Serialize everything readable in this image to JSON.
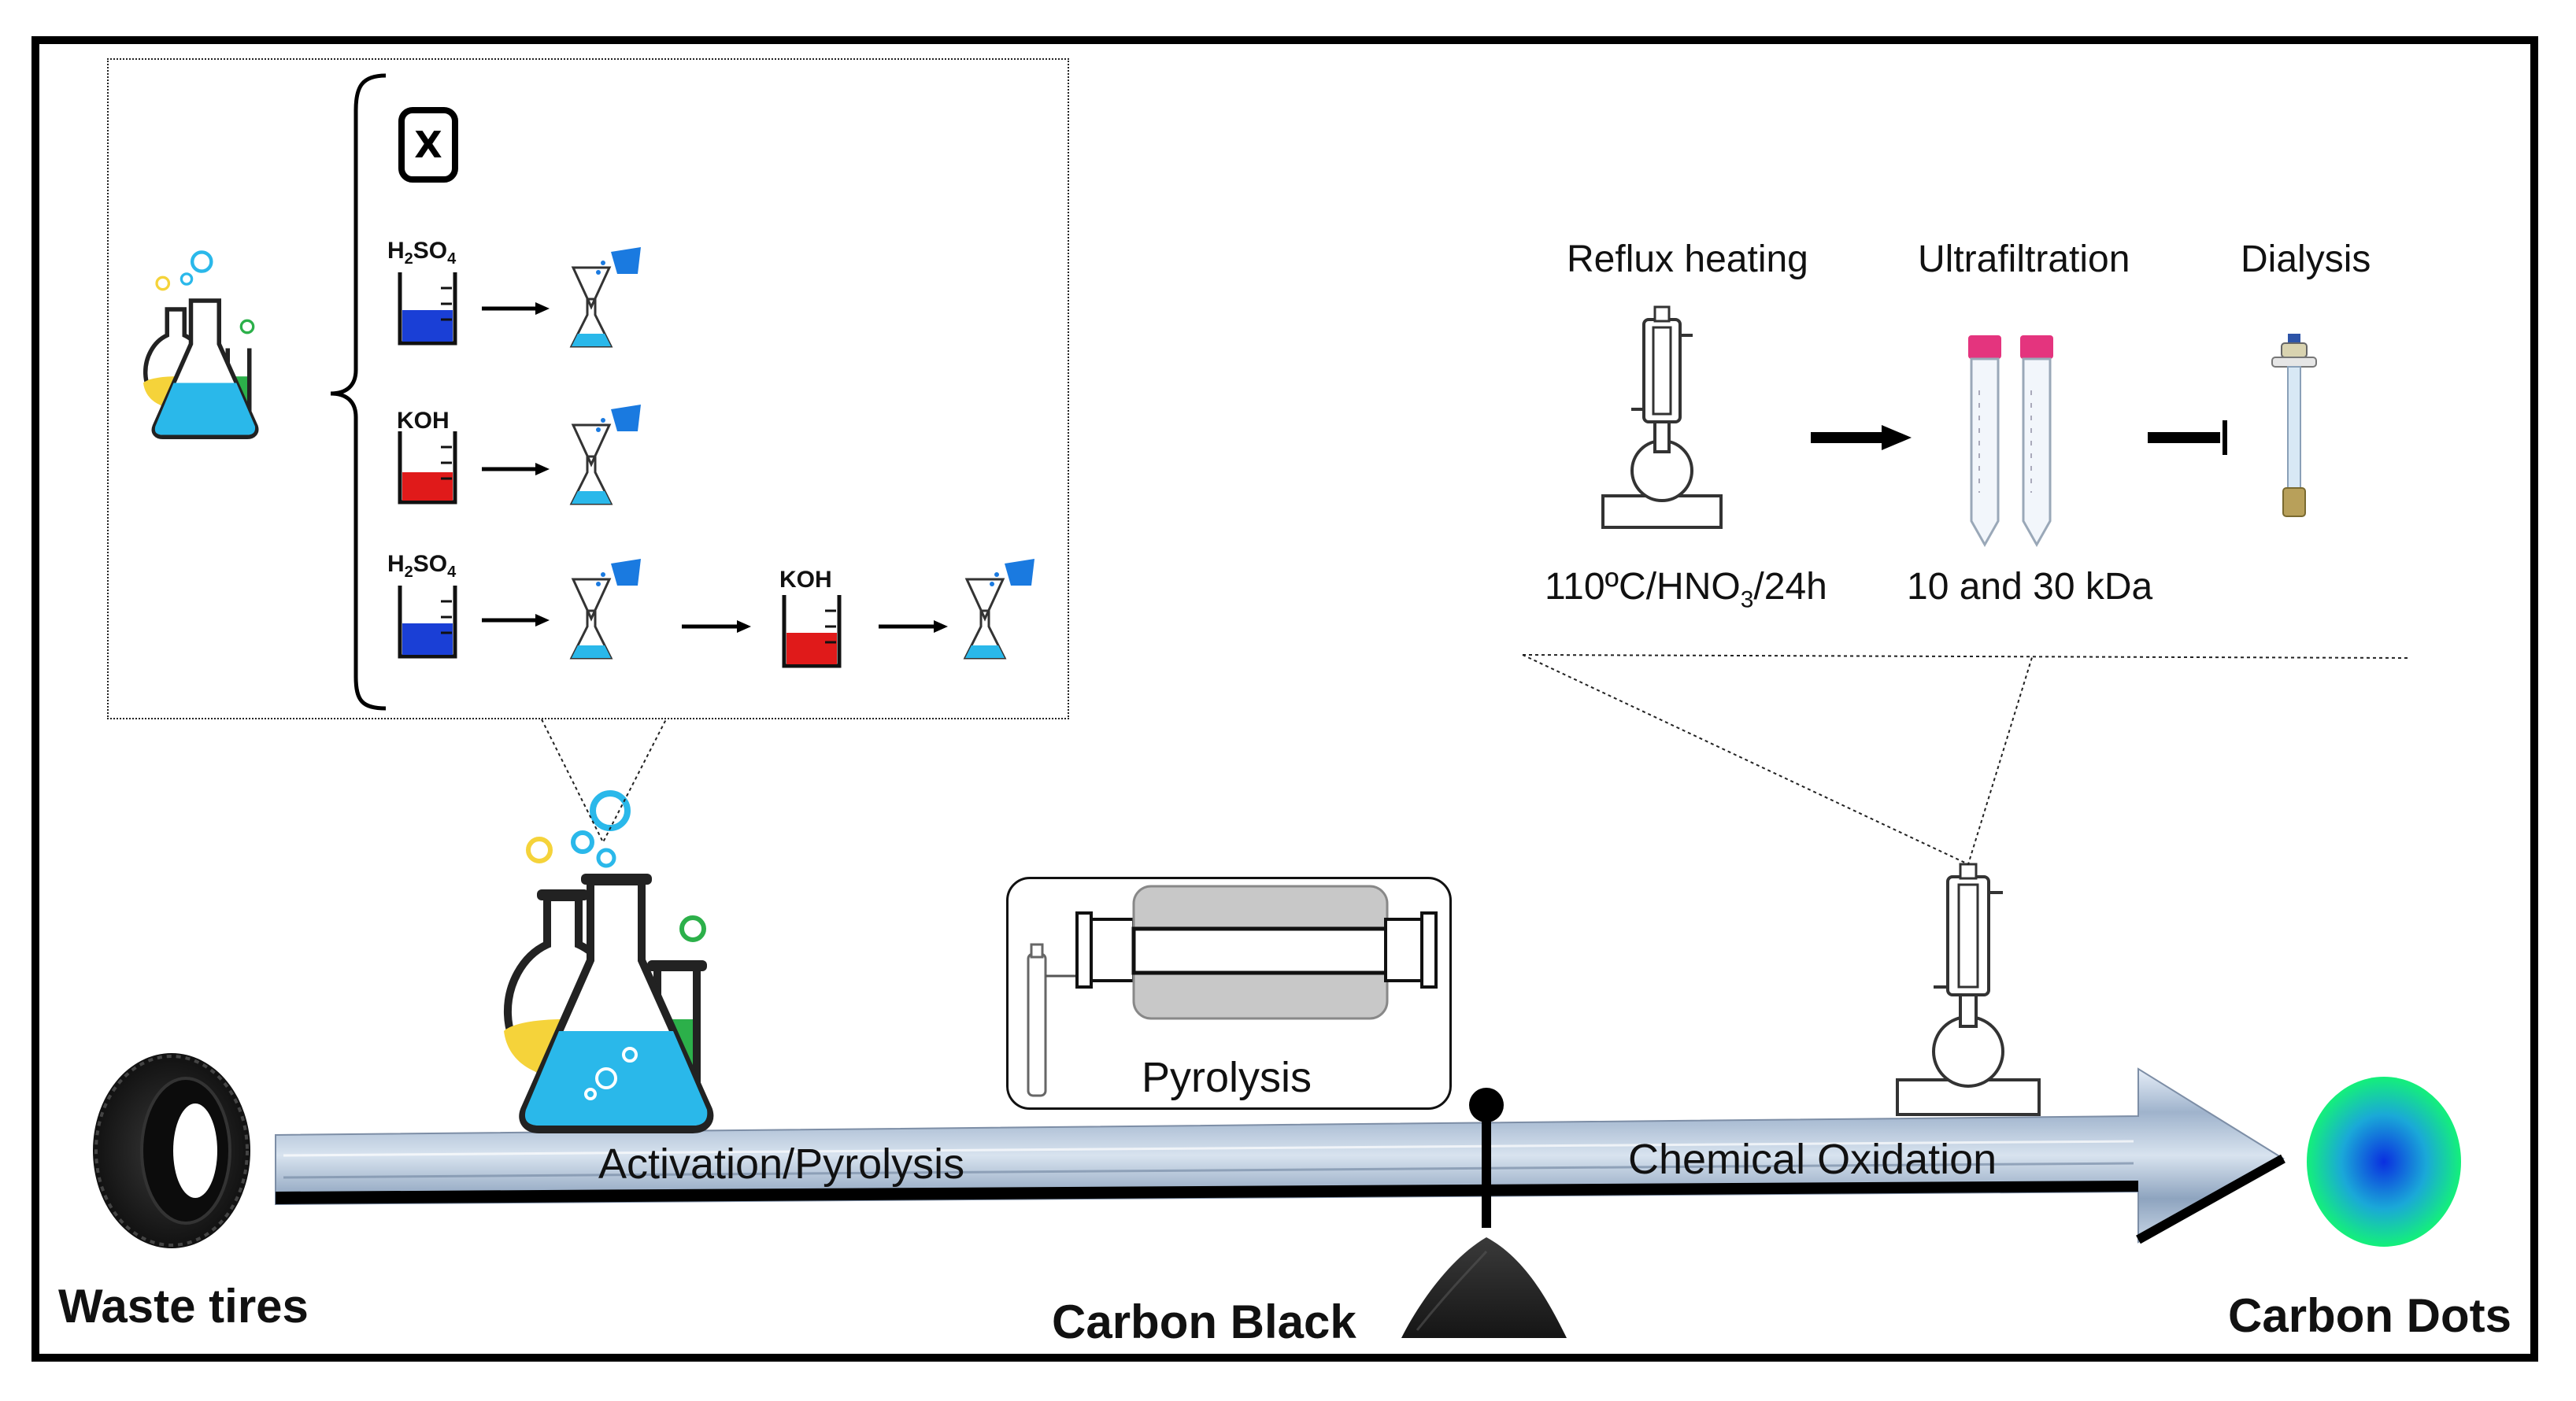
{
  "timeline": {
    "start_label": "Waste tires",
    "middle_label": "Carbon Black",
    "end_label": "Carbon Dots",
    "stage1_label": "Activation/Pyrolysis",
    "stage2_label": "Chemical Oxidation"
  },
  "pyrolysis_box": {
    "label": "Pyrolysis"
  },
  "activation_panel": {
    "x_symbol": "X",
    "routes": [
      {
        "reagent_main": "H",
        "sub1": "2",
        "mid": "SO",
        "sub2": "4"
      },
      {
        "reagent": "KOH"
      },
      {
        "reagent_main": "H",
        "sub1": "2",
        "mid": "SO",
        "sub2": "4",
        "second_reagent": "KOH"
      }
    ]
  },
  "oxidation_panel": {
    "steps": [
      {
        "title": "Reflux heating",
        "condition_pre": "110ºC/HNO",
        "condition_sub": "3",
        "condition_post": "/24h"
      },
      {
        "title": "Ultrafiltration",
        "condition": "10 and 30 kDa"
      },
      {
        "title": "Dialysis"
      }
    ]
  },
  "colors": {
    "acid_blue": "#1a3fd6",
    "base_red": "#e01a1a",
    "flask_cyan": "#2ab8ea",
    "flask_yellow": "#f5d33a",
    "tube_green": "#2cb04a",
    "arrow_steel": "#a9bdd6",
    "cap_pink": "#e4347e"
  }
}
